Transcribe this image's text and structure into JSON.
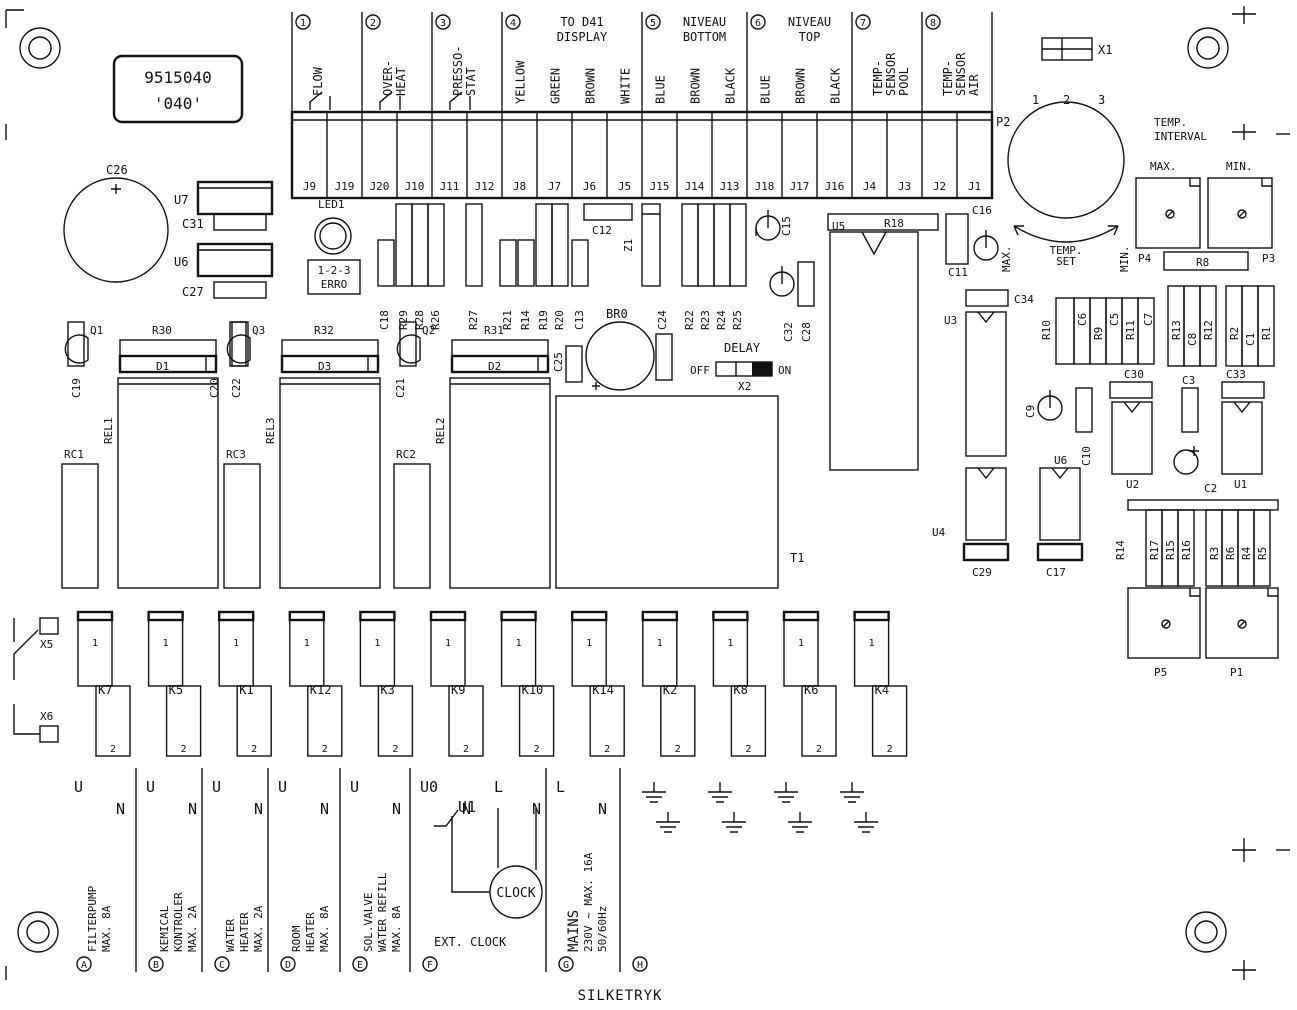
{
  "board": {
    "part_number": "9515040",
    "code": "'040'",
    "footer": "SILKETRYK"
  },
  "top_groups": [
    {
      "num": "1",
      "label": "FLOW"
    },
    {
      "num": "2",
      "label": "OVER-\nHEAT"
    },
    {
      "num": "3",
      "label": "PRESSO-\nSTAT"
    },
    {
      "num": "4",
      "label": "TO D41\nDISPLAY"
    },
    {
      "num": "5",
      "label": "NIVEAU\nBOTTOM"
    },
    {
      "num": "6",
      "label": "NIVEAU\nTOP"
    },
    {
      "num": "7",
      "label": "TEMP-\nSENSOR\nPOOL"
    },
    {
      "num": "8",
      "label": "TEMP-\nSENSOR\nAIR"
    }
  ],
  "wire_colors": [
    "YELLOW",
    "GREEN",
    "BROWN",
    "WHITE",
    "BLUE",
    "BROWN",
    "BLACK",
    "BLUE",
    "BROWN",
    "BLACK"
  ],
  "terminals": [
    "J9",
    "J19",
    "J20",
    "J10",
    "J11",
    "J12",
    "J8",
    "J7",
    "J6",
    "J5",
    "J15",
    "J14",
    "J13",
    "J18",
    "J17",
    "J16",
    "J4",
    "J3",
    "J2",
    "J1"
  ],
  "components": {
    "led": "LED1",
    "led_label": "1-2-3\nERRO",
    "caps": [
      "C26",
      "C31",
      "C27",
      "C12",
      "C15",
      "C16",
      "C11",
      "C32",
      "C28",
      "C34",
      "C18",
      "C13",
      "C24",
      "C25",
      "C19",
      "C20",
      "C22",
      "C21",
      "C6",
      "C5",
      "C7",
      "C8",
      "C1",
      "C30",
      "C3",
      "C33",
      "C9",
      "C10",
      "C2",
      "C29",
      "C17"
    ],
    "resistors": [
      "R29",
      "R28",
      "R26",
      "R27",
      "R21",
      "R14",
      "R19",
      "R20",
      "R22",
      "R23",
      "R24",
      "R25",
      "R18",
      "R30",
      "R32",
      "R31",
      "R10",
      "R9",
      "R11",
      "R13",
      "R12",
      "R2",
      "R1",
      "R8",
      "R17",
      "R15",
      "R16",
      "R3",
      "R6",
      "R4",
      "R5"
    ],
    "ics": [
      "U7",
      "U6",
      "U5",
      "U3",
      "U4",
      "U6",
      "U2",
      "U1"
    ],
    "transistors": [
      "Q1",
      "Q3",
      "Q2"
    ],
    "diodes": [
      "D1",
      "D3",
      "D2",
      "Z1"
    ],
    "relays": [
      "REL1",
      "REL3",
      "REL2"
    ],
    "rc": [
      "RC1",
      "RC3",
      "RC2"
    ],
    "bridge": "BR0",
    "transformer": "T1",
    "connectors": [
      "X1",
      "X2",
      "X5",
      "X6"
    ],
    "pots": [
      "P2",
      "P4",
      "P3",
      "P5",
      "P1"
    ]
  },
  "p2": {
    "label": "P2",
    "pins": [
      "1",
      "2",
      "3"
    ],
    "max": "MAX.",
    "min": "MIN.",
    "set": "TEMP.\nSET"
  },
  "temp_interval": {
    "title": "TEMP.\nINTERVAL",
    "max": "MAX.",
    "min": "MIN."
  },
  "delay": {
    "title": "DELAY",
    "off": "OFF",
    "on": "ON",
    "id": "X2"
  },
  "relay_terminals": [
    "K7",
    "K5",
    "K1",
    "K12",
    "K3",
    "K9",
    "K10",
    "K14",
    "K2",
    "K8",
    "K6",
    "K4"
  ],
  "pin_one": "1",
  "pin_two": "2",
  "bottom_labels": [
    {
      "tag": "A",
      "u": "U",
      "n": "N",
      "text": "FILTERPUMP\nMAX. 8A"
    },
    {
      "tag": "B",
      "u": "U",
      "n": "N",
      "text": "KEMICAL\nKONTROLER\nMAX. 2A"
    },
    {
      "tag": "C",
      "u": "U",
      "n": "N",
      "text": "WATER\nHEATER\nMAX. 2A"
    },
    {
      "tag": "D",
      "u": "U",
      "n": "N",
      "text": "ROOM\nHEATER\nMAX. 8A"
    },
    {
      "tag": "E",
      "u": "U",
      "n": "N",
      "text": "SOL.VALVE\nWATER REFILL\nMAX. 8A"
    },
    {
      "tag": "F",
      "u": "U0",
      "n": "N",
      "text": "EXT. CLOCK"
    },
    {
      "tag": "G",
      "u": "L",
      "n": "N",
      "text": "MAINS\n230V ~ MAX. 16A\n50/60Hz"
    },
    {
      "tag": "H",
      "u": "",
      "n": "",
      "text": ""
    }
  ],
  "clock": {
    "label": "CLOCK",
    "u1": "U1",
    "l": "L",
    "n": "N"
  }
}
